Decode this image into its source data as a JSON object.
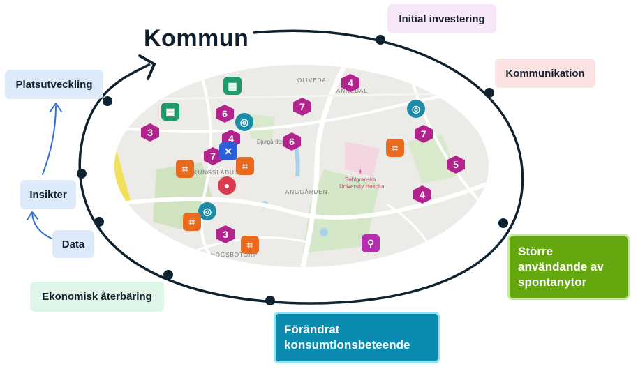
{
  "title": "Kommun",
  "boxes": {
    "initial_investering": "Initial investering",
    "kommunikation": "Kommunikation",
    "platsutveckling": "Platsutveckling",
    "insikter": "Insikter",
    "data": "Data",
    "ekonomisk": "Ekonomisk återbäring",
    "storre_line1": "Större",
    "storre_line2": "användande av",
    "storre_line3": "spontanytor",
    "forandrat_line1": "Förändrat",
    "forandrat_line2": "konsumtionsbeteende"
  },
  "map": {
    "labels": {
      "olivedal": "OLIVEDAL",
      "annedal": "ANNEDAL",
      "kungsladugard": "KUNGSLADUGÅRD",
      "anggarden": "ANGGÅRDEN",
      "hogsbotorp": "HÖGSBOTORP",
      "djurgarden": "Djurgården",
      "hospital1": "Sahlgrenska",
      "hospital2": "University Hospital"
    },
    "hex_markers": [
      "4",
      "7",
      "6",
      "4",
      "3",
      "6",
      "7",
      "7",
      "5",
      "4",
      "3"
    ]
  },
  "colors": {
    "ring": "#0f2230",
    "arrow_blue": "#2f6fd6",
    "hex_marker": "#b2238e"
  }
}
